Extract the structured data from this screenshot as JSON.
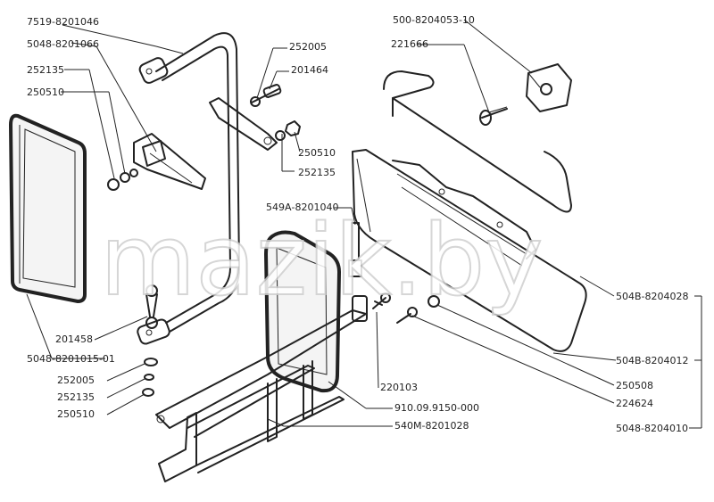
{
  "watermark": "mazik.by",
  "labels": {
    "l1": "7519-8201046",
    "l2": "5048-8201066",
    "l3": "252135",
    "l4": "250510",
    "l5": "252005",
    "l6": "201464",
    "l7": "250510",
    "l8": "252135",
    "l9": "500-8204053-10",
    "l10": "221666",
    "l11": "549А-8201040",
    "l12": "201458",
    "l13": "5048-8201015-01",
    "l14": "252005",
    "l15": "252135",
    "l16": "250510",
    "l17": "220103",
    "l18": "910.09.9150-000",
    "l19": "540М-8201028",
    "l20": "504В-8204028",
    "l21": "504В-8204012",
    "l22": "250508",
    "l23": "224624",
    "l24": "5048-8204010"
  }
}
